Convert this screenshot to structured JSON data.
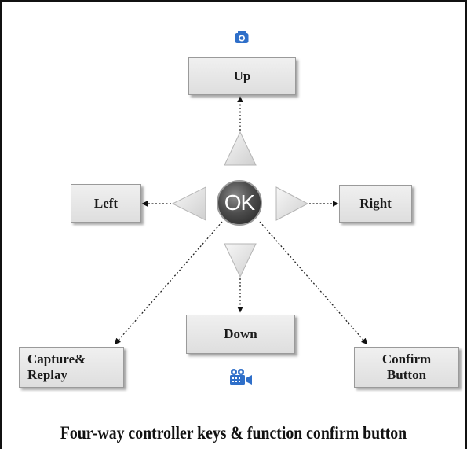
{
  "keys": {
    "up": "Up",
    "left": "Left",
    "right": "Right",
    "down": "Down",
    "ok": "OK"
  },
  "functions": {
    "capture_line1": "Capture&",
    "capture_line2": "Replay",
    "confirm_line1": "Confirm",
    "confirm_line2": "Button"
  },
  "caption": "Four-way controller keys & function confirm button",
  "icons": {
    "up_icon": "camera-icon",
    "down_icon": "video-camera-icon"
  },
  "colors": {
    "icon_blue": "#2f6fc9",
    "box_fill": "#e6e6e6",
    "triangle_fill": "#e2e2e2",
    "ok_fill": "#4d4d4d"
  }
}
